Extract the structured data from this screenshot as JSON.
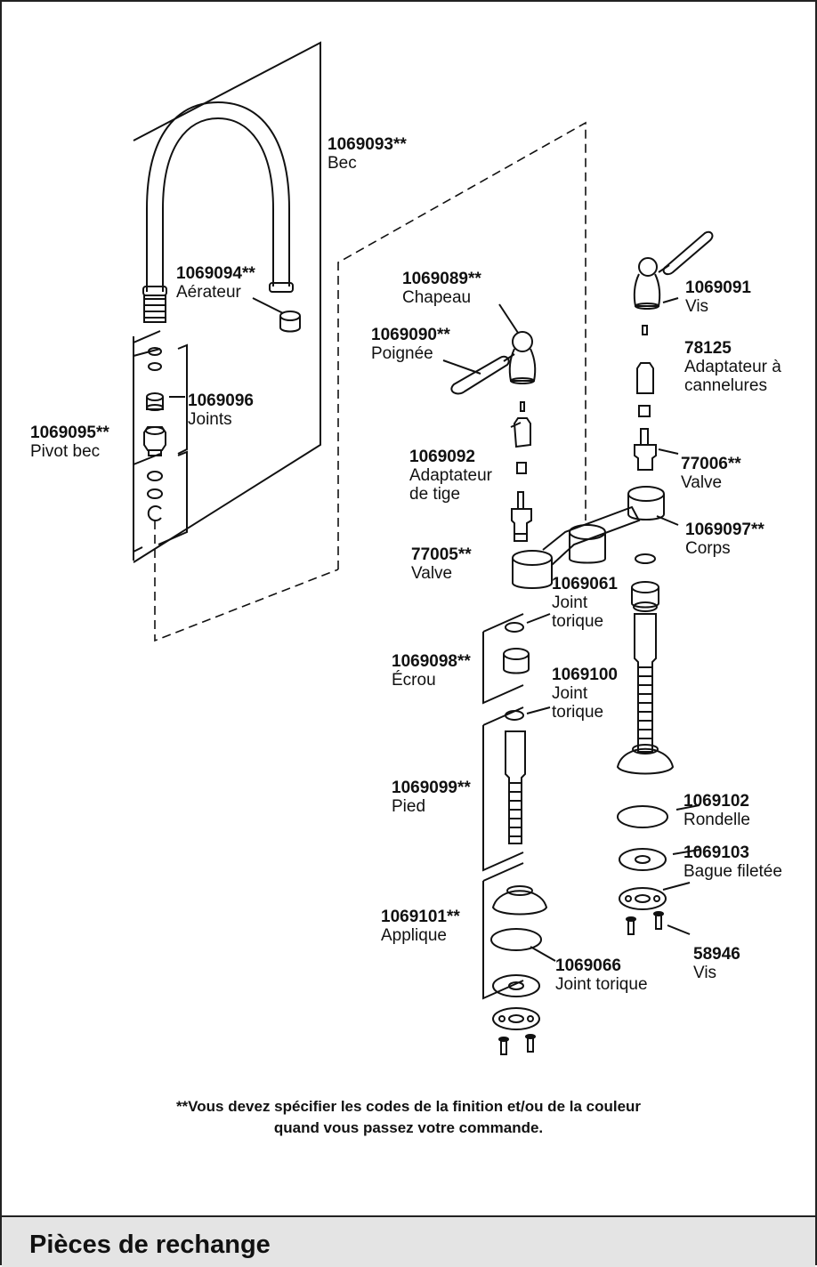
{
  "parts": {
    "p1069093": {
      "number": "1069093**",
      "name": "Bec"
    },
    "p1069094": {
      "number": "1069094**",
      "name": "Aérateur"
    },
    "p1069096": {
      "number": "1069096",
      "name": "Joints"
    },
    "p1069095": {
      "number": "1069095**",
      "name": "Pivot bec"
    },
    "p1069089": {
      "number": "1069089**",
      "name": "Chapeau"
    },
    "p1069090": {
      "number": "1069090**",
      "name": "Poignée"
    },
    "p1069091": {
      "number": "1069091",
      "name": "Vis"
    },
    "p78125": {
      "number": "78125",
      "name_line1": "Adaptateur à",
      "name_line2": "cannelures"
    },
    "p1069092": {
      "number": "1069092",
      "name_line1": "Adaptateur",
      "name_line2": "de tige"
    },
    "p77006": {
      "number": "77006**",
      "name": "Valve"
    },
    "p77005": {
      "number": "77005**",
      "name": "Valve"
    },
    "p1069097": {
      "number": "1069097**",
      "name": "Corps"
    },
    "p1069061": {
      "number": "1069061",
      "name_line1": "Joint",
      "name_line2": "torique"
    },
    "p1069098": {
      "number": "1069098**",
      "name": "Écrou"
    },
    "p1069100": {
      "number": "1069100",
      "name_line1": "Joint",
      "name_line2": "torique"
    },
    "p1069099": {
      "number": "1069099**",
      "name": "Pied"
    },
    "p1069102": {
      "number": "1069102",
      "name": "Rondelle"
    },
    "p1069103": {
      "number": "1069103",
      "name": "Bague filetée"
    },
    "p1069101": {
      "number": "1069101**",
      "name": "Applique"
    },
    "p58946": {
      "number": "58946",
      "name": "Vis"
    },
    "p1069066": {
      "number": "1069066",
      "name": "Joint torique"
    }
  },
  "footnote": {
    "line1": "**Vous devez spécifier les codes de la finition et/ou de la couleur",
    "line2": "quand vous passez votre commande."
  },
  "section": {
    "title": "Pièces de rechange"
  }
}
